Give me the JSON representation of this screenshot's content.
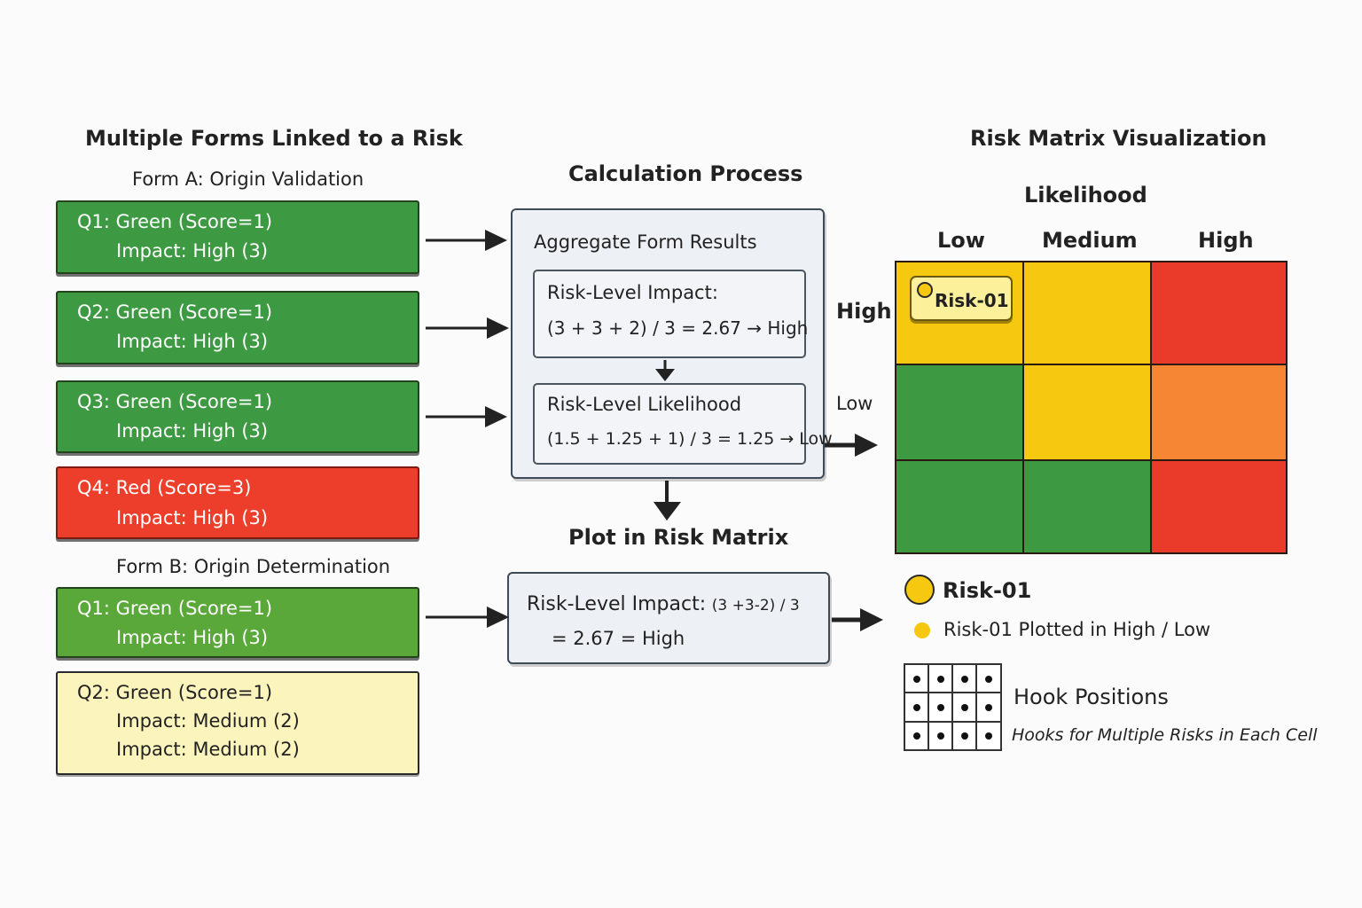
{
  "colors": {
    "green": "#3d9a43",
    "red": "#ec3e2a",
    "yellow": "#f6c80f",
    "orange": "#f68634",
    "matrix_red": "#ea3b2a",
    "card_yellow": "#fbf4bd",
    "panel_bg": "#edf1f5"
  },
  "left": {
    "title": "Multiple Forms Linked to a Risk",
    "form_a": {
      "title": "Form A: Origin Validation",
      "cards": [
        {
          "line1": "Q1: Green (Score=1)",
          "line2": "Impact: High (3)",
          "color": "green"
        },
        {
          "line1": "Q2: Green (Score=1)",
          "line2": "Impact: High (3)",
          "color": "green"
        },
        {
          "line1": "Q3: Green (Score=1)",
          "line2": "Impact: High (3)",
          "color": "green"
        },
        {
          "line1": "Q4: Red (Score=3)",
          "line2": "Impact: High (3)",
          "color": "red"
        }
      ]
    },
    "form_b": {
      "title": "Form B: Origin Determination",
      "cards": [
        {
          "line1": "Q1: Green (Score=1)",
          "line2": "Impact: High (3)",
          "color": "green"
        },
        {
          "line1": "Q2: Green (Score=1)",
          "line2": "Impact: Medium (2)",
          "line3": "Impact: Medium (2)",
          "color": "yellow"
        }
      ]
    }
  },
  "middle": {
    "title": "Calculation Process",
    "panel_title": "Aggregate Form Results",
    "impact_box": {
      "title": "Risk-Level Impact:",
      "formula": "(3 + 3 + 2) / 3 = 2.67 → High"
    },
    "likelihood_box": {
      "title": "Risk-Level Likelihood",
      "formula": "(1.5 + 1.25 + 1) / 3 = 1.25 → Low"
    },
    "plot_title": "Plot in Risk Matrix",
    "plot_box": {
      "title": "Risk-Level Impact:",
      "formula_small": "(3 +3-2) / 3",
      "line2": "= 2.67  = High"
    }
  },
  "matrix": {
    "title": "Risk Matrix Visualization",
    "x_title": "Likelihood",
    "columns": [
      "Low",
      "Medium",
      "High"
    ],
    "rows": [
      "High",
      "Low"
    ],
    "cells": [
      [
        "yellow",
        "yellow",
        "matrix_red"
      ],
      [
        "green",
        "yellow",
        "orange"
      ],
      [
        "green",
        "green",
        "matrix_red"
      ]
    ],
    "marker_label": "Risk-01"
  },
  "legend": {
    "risk_label": "Risk-01",
    "plotted_text": "Risk-01 Plotted in High / Low",
    "hook_title": "Hook Positions",
    "hook_subtitle": "Hooks for Multiple Risks in Each Cell"
  }
}
